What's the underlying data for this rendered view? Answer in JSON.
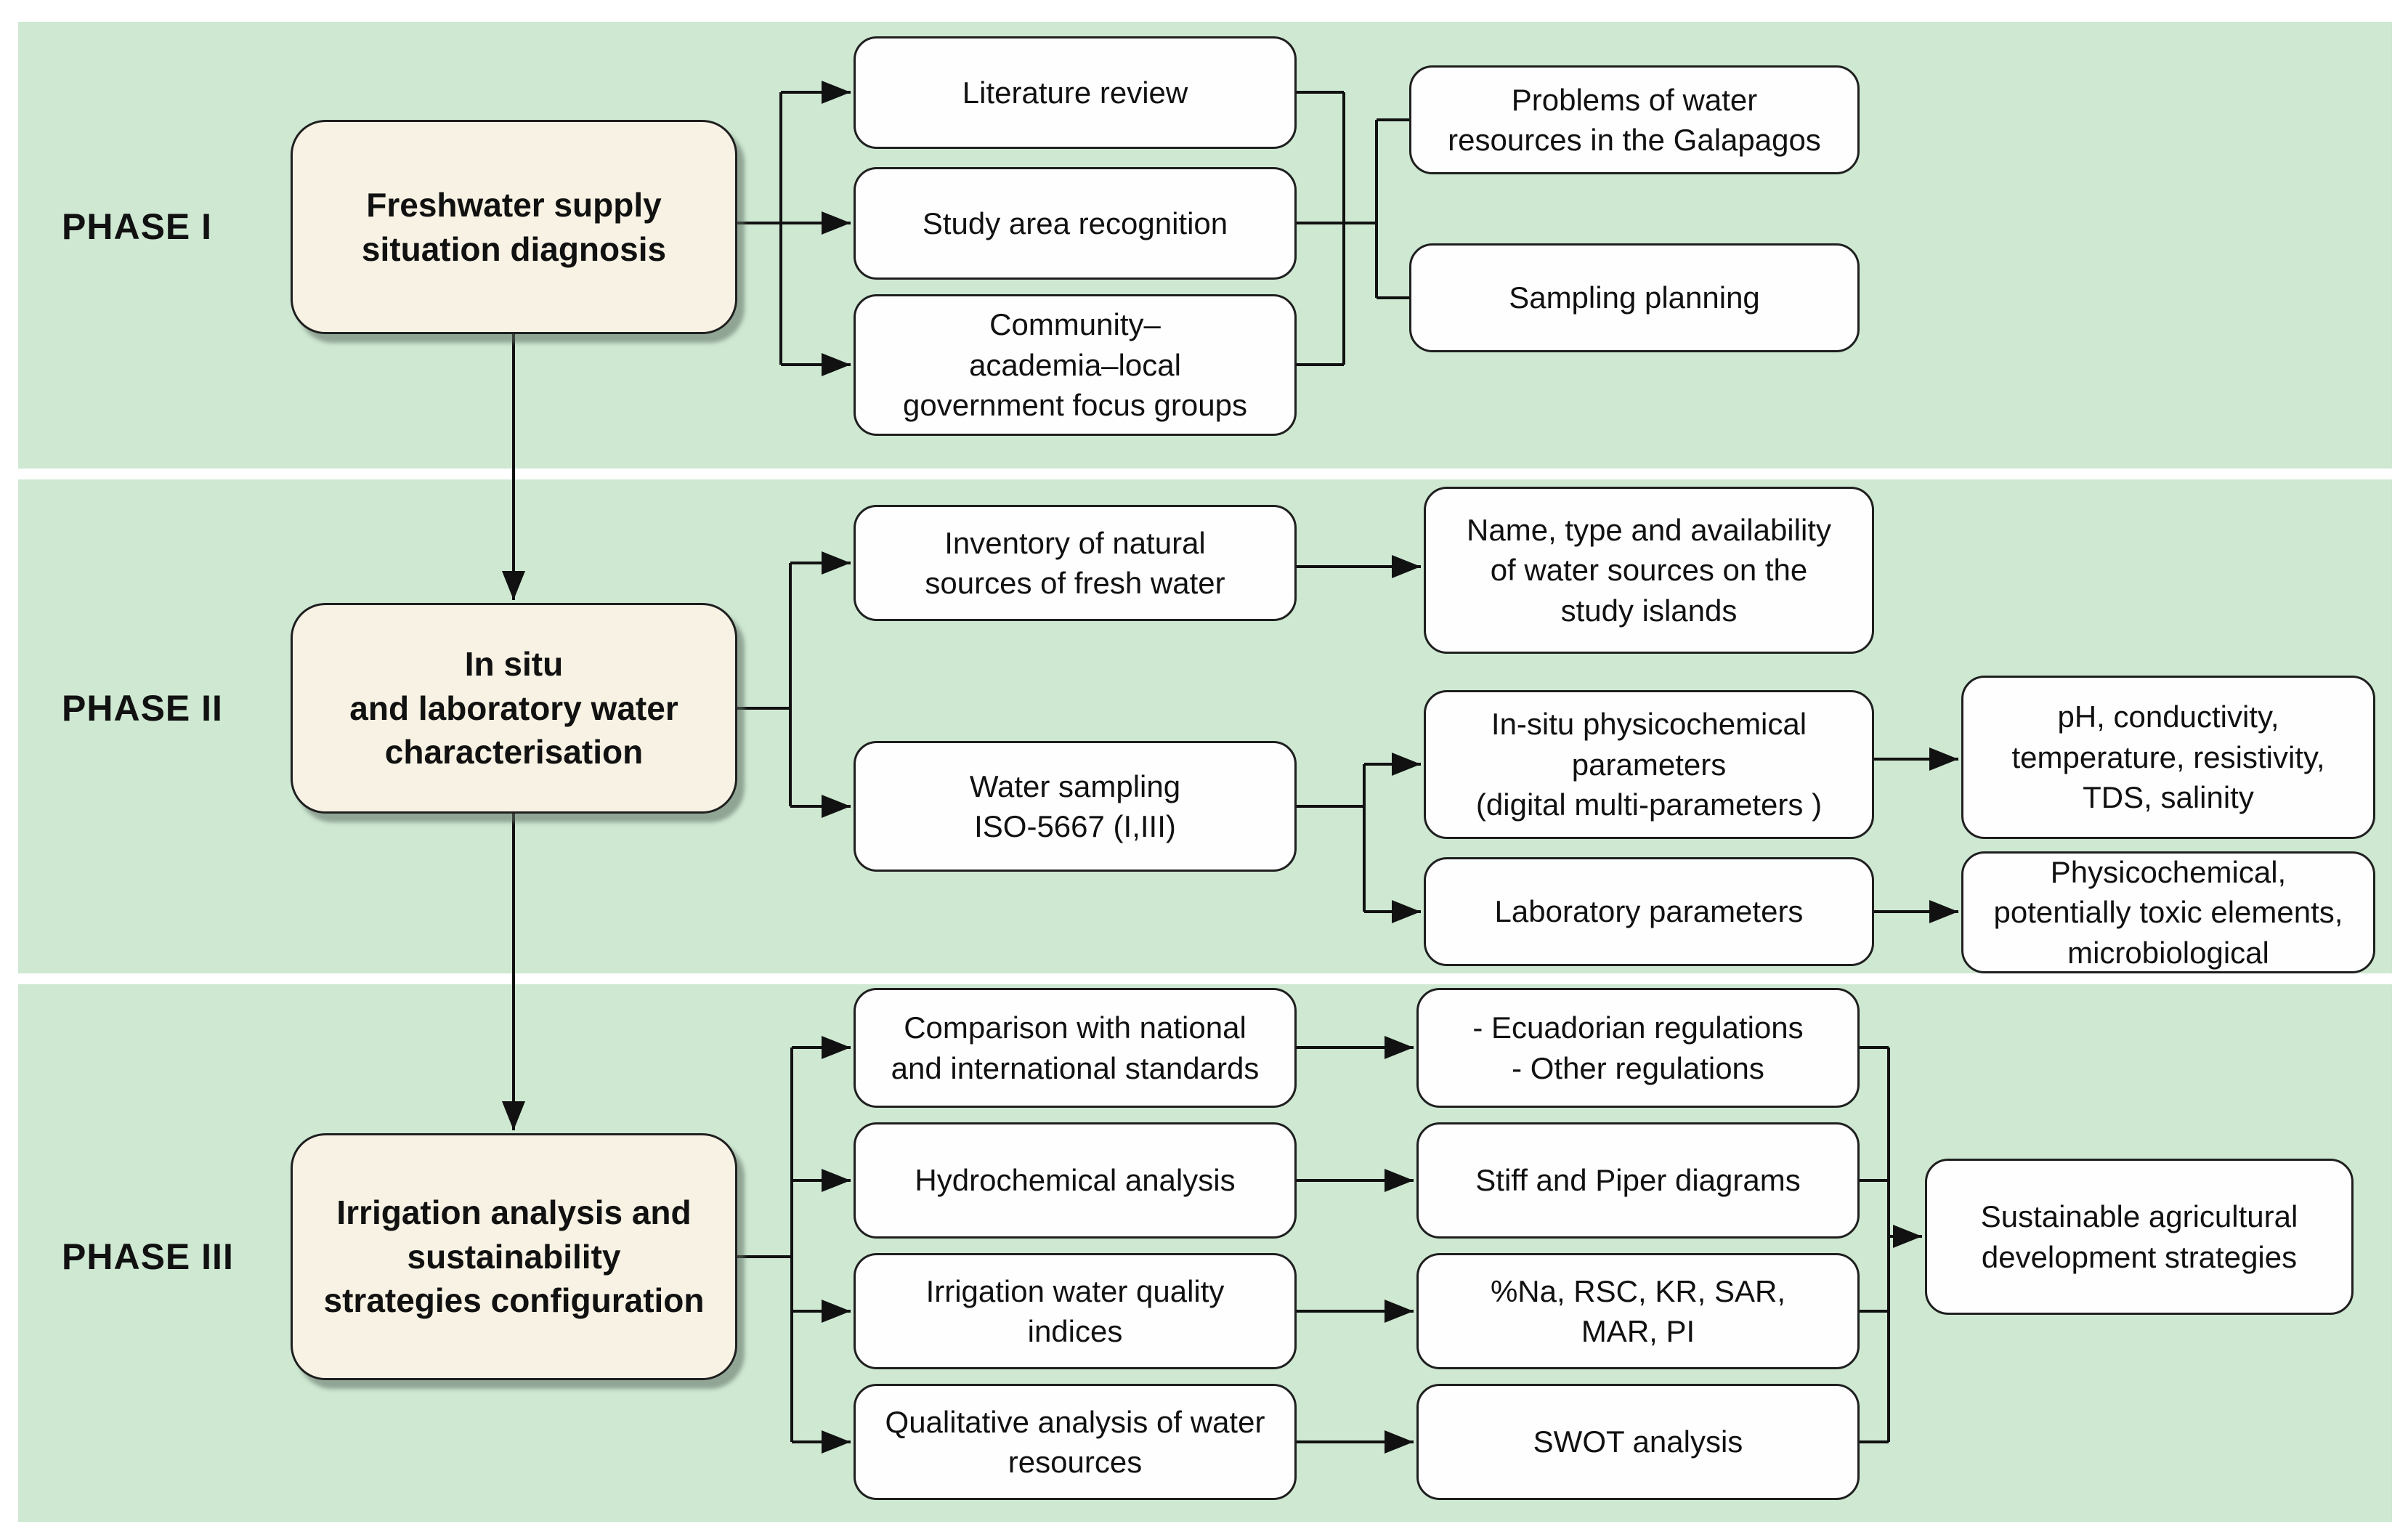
{
  "colors": {
    "band_green": "#cee8d2",
    "box_cream": "#f7f2e3",
    "box_white": "#fdfefd",
    "border_dark": "#1f1f1f",
    "line_black": "#111111",
    "page_bg": "#ffffff"
  },
  "phases": [
    {
      "label": "PHASE I",
      "main": "Freshwater supply\nsituation diagnosis",
      "boxes": {
        "literature": "Literature review",
        "study_area": "Study area recognition",
        "community": "Community–\nacademia–local\ngovernment focus groups",
        "problems": "Problems of water\nresources in the Galapagos",
        "sampling": "Sampling planning"
      }
    },
    {
      "label": "PHASE II",
      "main": "In situ\nand laboratory water\ncharacterisation",
      "boxes": {
        "inventory": "Inventory of natural\nsources of fresh water",
        "water_sampling": "Water sampling\nISO-5667 (I,III)",
        "name_type": "Name, type and availability\nof water sources on the\nstudy islands",
        "insitu_params": "In-situ physicochemical\nparameters\n(digital multi-parameters )",
        "laboratory": "Laboratory parameters",
        "ph_list": "pH, conductivity,\ntemperature, resistivity,\nTDS, salinity",
        "physicochemical": "Physicochemical,\npotentially toxic elements,\nmicrobiological"
      }
    },
    {
      "label": "PHASE III",
      "main": "Irrigation analysis and\nsustainability\nstrategies configuration",
      "boxes": {
        "comparison": "Comparison with national\nand international standards",
        "hydrochemical": "Hydrochemical analysis",
        "irrigation_indices": "Irrigation water quality\nindices",
        "qualitative": "Qualitative analysis of water\nresources",
        "regulations": "- Ecuadorian regulations\n- Other regulations",
        "stiff_piper": "Stiff and Piper diagrams",
        "indices_values": "%Na, RSC, KR, SAR,\nMAR, PI",
        "swot": "SWOT analysis",
        "sustainable": "Sustainable agricultural\ndevelopment strategies"
      }
    }
  ]
}
